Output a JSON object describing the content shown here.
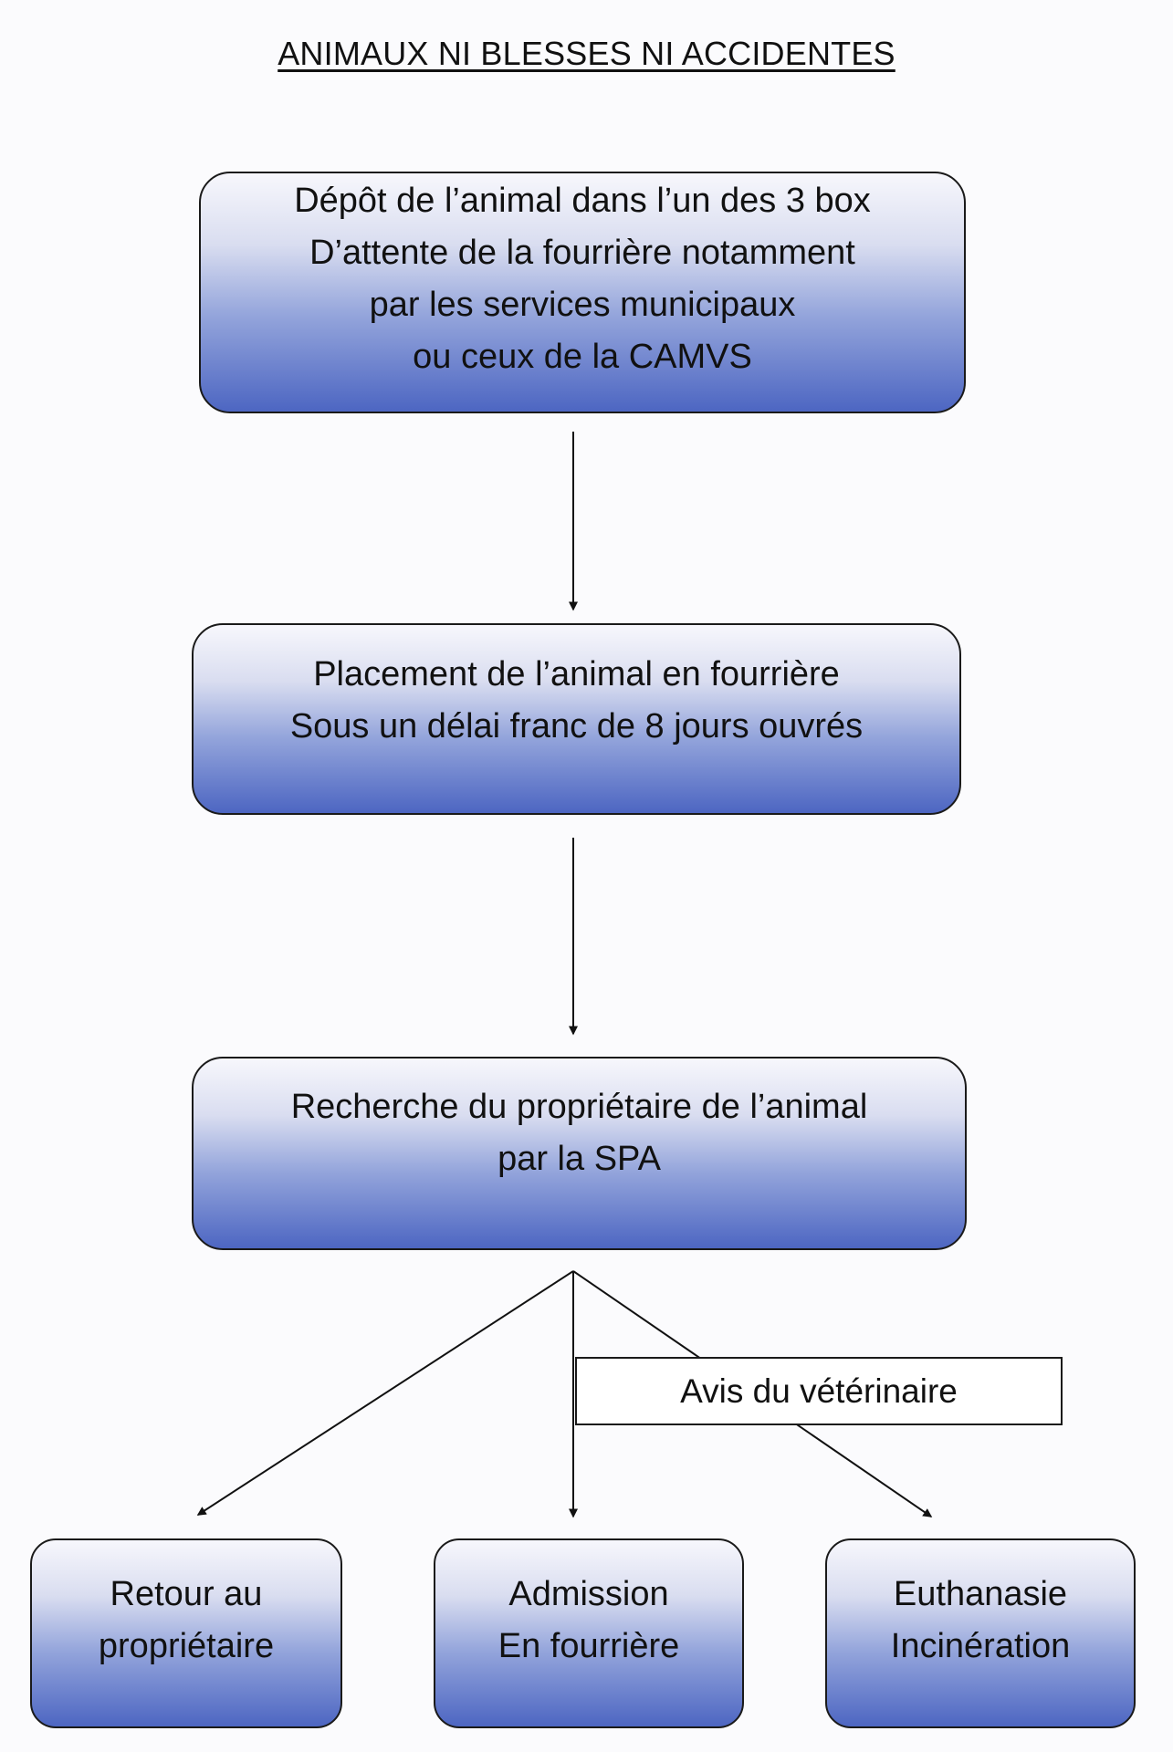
{
  "title": "ANIMAUX NI BLESSES NI ACCIDENTES",
  "steps": [
    {
      "lines": [
        "Dépôt de l’animal dans l’un des 3 box",
        "D’attente de la fourrière notamment",
        "par les services municipaux",
        "ou ceux de la CAMVS"
      ]
    },
    {
      "lines": [
        "Placement de l’animal en fourrière",
        "Sous un délai franc de 8 jours ouvrés"
      ]
    },
    {
      "lines": [
        "Recherche du propriétaire de l’animal",
        "par la SPA"
      ]
    }
  ],
  "outcomes": [
    {
      "lines": [
        "Retour au",
        "propriétaire"
      ]
    },
    {
      "lines": [
        "Admission",
        "En fourrière"
      ]
    },
    {
      "lines": [
        "Euthanasie",
        "Incinération"
      ]
    }
  ],
  "branch_label": "Avis du vétérinaire",
  "colors": {
    "box_gradient_top": "#f7f7fc",
    "box_gradient_bottom": "#4d66c2",
    "stroke": "#1a1a1a"
  }
}
